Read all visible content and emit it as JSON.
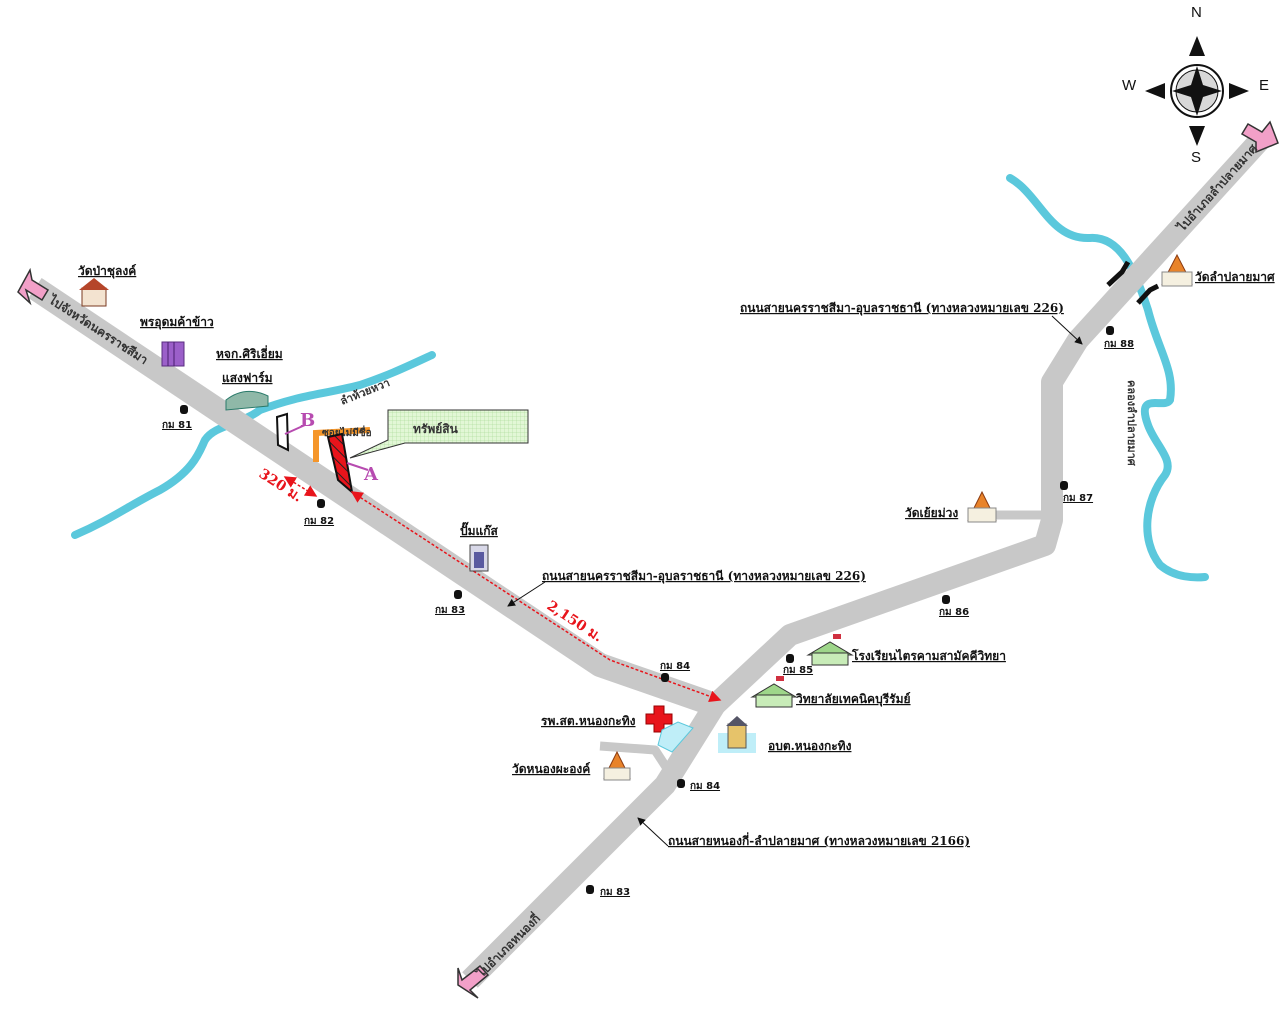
{
  "compass": {
    "n": "N",
    "s": "S",
    "e": "E",
    "w": "W"
  },
  "colors": {
    "road": "#c8c8c8",
    "river": "#5bc8dc",
    "arrow": "#f2a0c8",
    "distance": "#e8141b",
    "property": "#e8141b",
    "soi": "#f5962a",
    "pin_label": "#b74bb0",
    "callout": "#d9f5cc"
  },
  "directions": {
    "to_nakhon_ratchasima": "ไปจังหวัดนครราชสีมา",
    "to_lam_plai_mat": "ไปอำเภอลำปลายมาศ",
    "to_nong_ki": "ไปอำเภอหนองกี่"
  },
  "roads": {
    "highway_226_west": "ถนนสายนครราชสีมา-อุบลราชธานี (ทางหลวงหมายเลข 226)",
    "highway_226_east": "ถนนสายนครราชสีมา-อุบลราชธานี (ทางหลวงหมายเลข 226)",
    "highway_2166": "ถนนสายหนองกี่-ลำปลายมาศ (ทางหลวงหมายเลข 2166)",
    "unnamed_soi": "ซอยไม่มีชื่อ"
  },
  "waterways": {
    "huai_wa": "ลำห้วยหวา",
    "khlong": "คลองลำปลายมาศ"
  },
  "property": {
    "callout": "ทรัพย์สิน",
    "marker_a": "A",
    "marker_b": "B"
  },
  "distances": {
    "d1": "320 ม.",
    "d2": "2,150 ม."
  },
  "landmarks": {
    "wat_pa_chulong": "วัดป่าชุลงค์",
    "rice_mill": "พรอุดมค้าข้าว",
    "farm_1": "หจก.ศิริเอี่ยม",
    "farm_2": "แสงฟาร์ม",
    "gas_station": "ปั๊มแก๊ส",
    "health_center": "รพ.สต.หนองกะทิง",
    "sao": "อบต.หนองกะทิง",
    "wat_nong_pha_ong": "วัดหนองผะองค์",
    "school": "โรงเรียนไตรคามสามัคคีวิทยา",
    "tech_college": "วิทยาลัยเทคนิคบุรีรัมย์",
    "wat_yoei_muang": "วัดเย้ยม่วง",
    "wat_lam_plai_mat": "วัดลำปลายมาศ"
  },
  "km_markers": {
    "k81": "กม 81",
    "k82": "กม 82",
    "k83": "กม 83",
    "k84a": "กม 84",
    "k84b": "กม 84",
    "k85": "กม 85",
    "k86": "กม 86",
    "k87": "กม 87",
    "k88": "กม 88",
    "k83b": "กม 83"
  }
}
